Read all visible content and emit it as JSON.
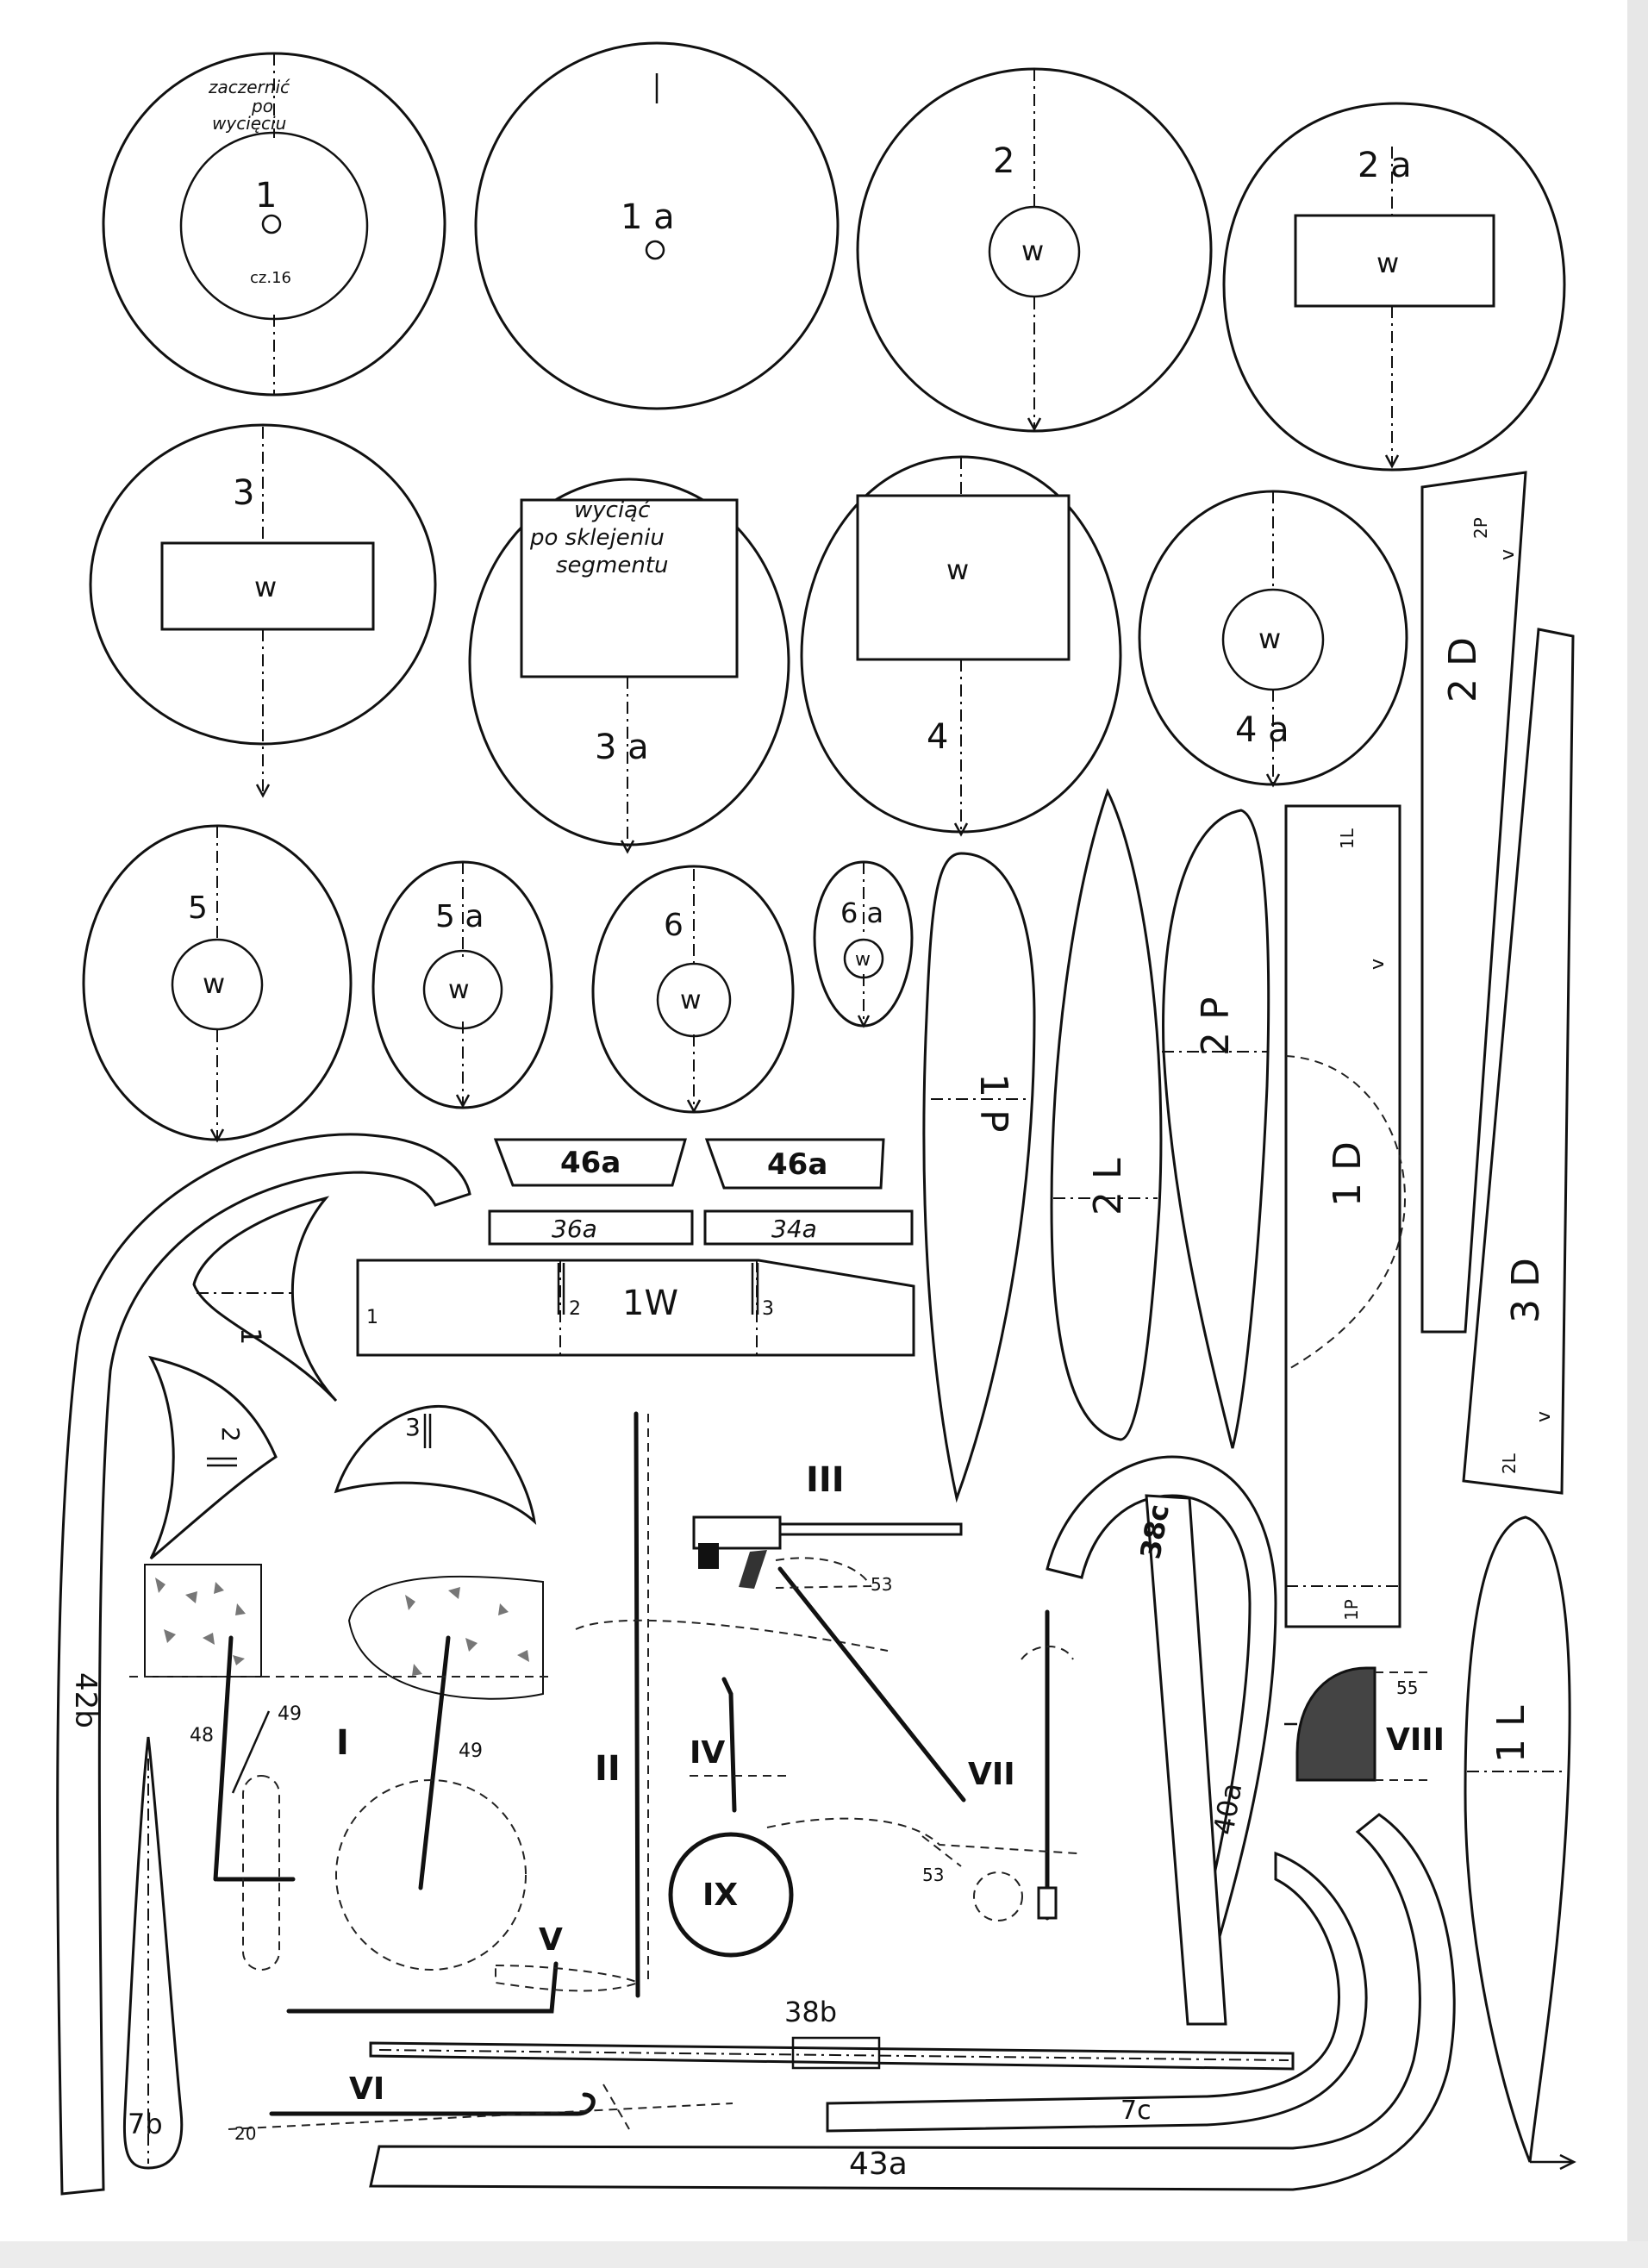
{
  "sheet": {
    "formers": {
      "f1": "1",
      "f1_note_top": "zaczernić",
      "f1_note_mid": "po",
      "f1_note_bot": "wycięciu",
      "f1_ref": "cz.16",
      "f1a": "1 a",
      "f2": "2",
      "f2_hole": "w",
      "f2a": "2 a",
      "f2a_hole": "w",
      "f3": "3",
      "f3_hole": "w",
      "f3a": "3 a",
      "f3a_note_1": "wyciąć",
      "f3a_note_2": "po sklejeniu",
      "f3a_note_3": "segmentu",
      "f4": "4",
      "f4_hole": "w",
      "f4a": "4 a",
      "f4a_hole": "w",
      "f5": "5",
      "f5_hole": "w",
      "f5a": "5 a",
      "f5a_hole": "w",
      "f6": "6",
      "f6_hole": "w",
      "f6a": "6 a",
      "f6a_hole": "w"
    },
    "strips": {
      "s46a_1": "46a",
      "s46a_2": "46a",
      "s36a": "36a",
      "s34a": "34a",
      "s1w": "1W",
      "s1w_mark1": "1",
      "s1w_mark2": "2",
      "s1w_mark3": "3",
      "s42b": "42b",
      "s38b": "38b",
      "s38c": "38c",
      "s40a": "40a",
      "s43a": "43a",
      "s7b": "7b",
      "s7c": "7c"
    },
    "wings": {
      "p1": "1 P",
      "l2": "2 L",
      "p2": "2 P",
      "d1": "1 D",
      "l1_tab": "1L",
      "p1_tab": "1P",
      "d2": "2 D",
      "p2_tab": "2P",
      "d3": "3 D",
      "l2_tab": "2L",
      "l1": "1 L",
      "v_mark": "v"
    },
    "small_parts": {
      "c1": "1",
      "c2": "2",
      "c3": "3"
    },
    "assembly": {
      "i": "I",
      "ii": "II",
      "iii": "III",
      "iv": "IV",
      "v": "V",
      "vi": "VI",
      "vii": "VII",
      "viii": "VIII",
      "ix": "IX",
      "n48": "48",
      "n49a": "49",
      "n49b": "49",
      "n53a": "53",
      "n53b": "53",
      "n55": "55",
      "n20": "20"
    }
  }
}
